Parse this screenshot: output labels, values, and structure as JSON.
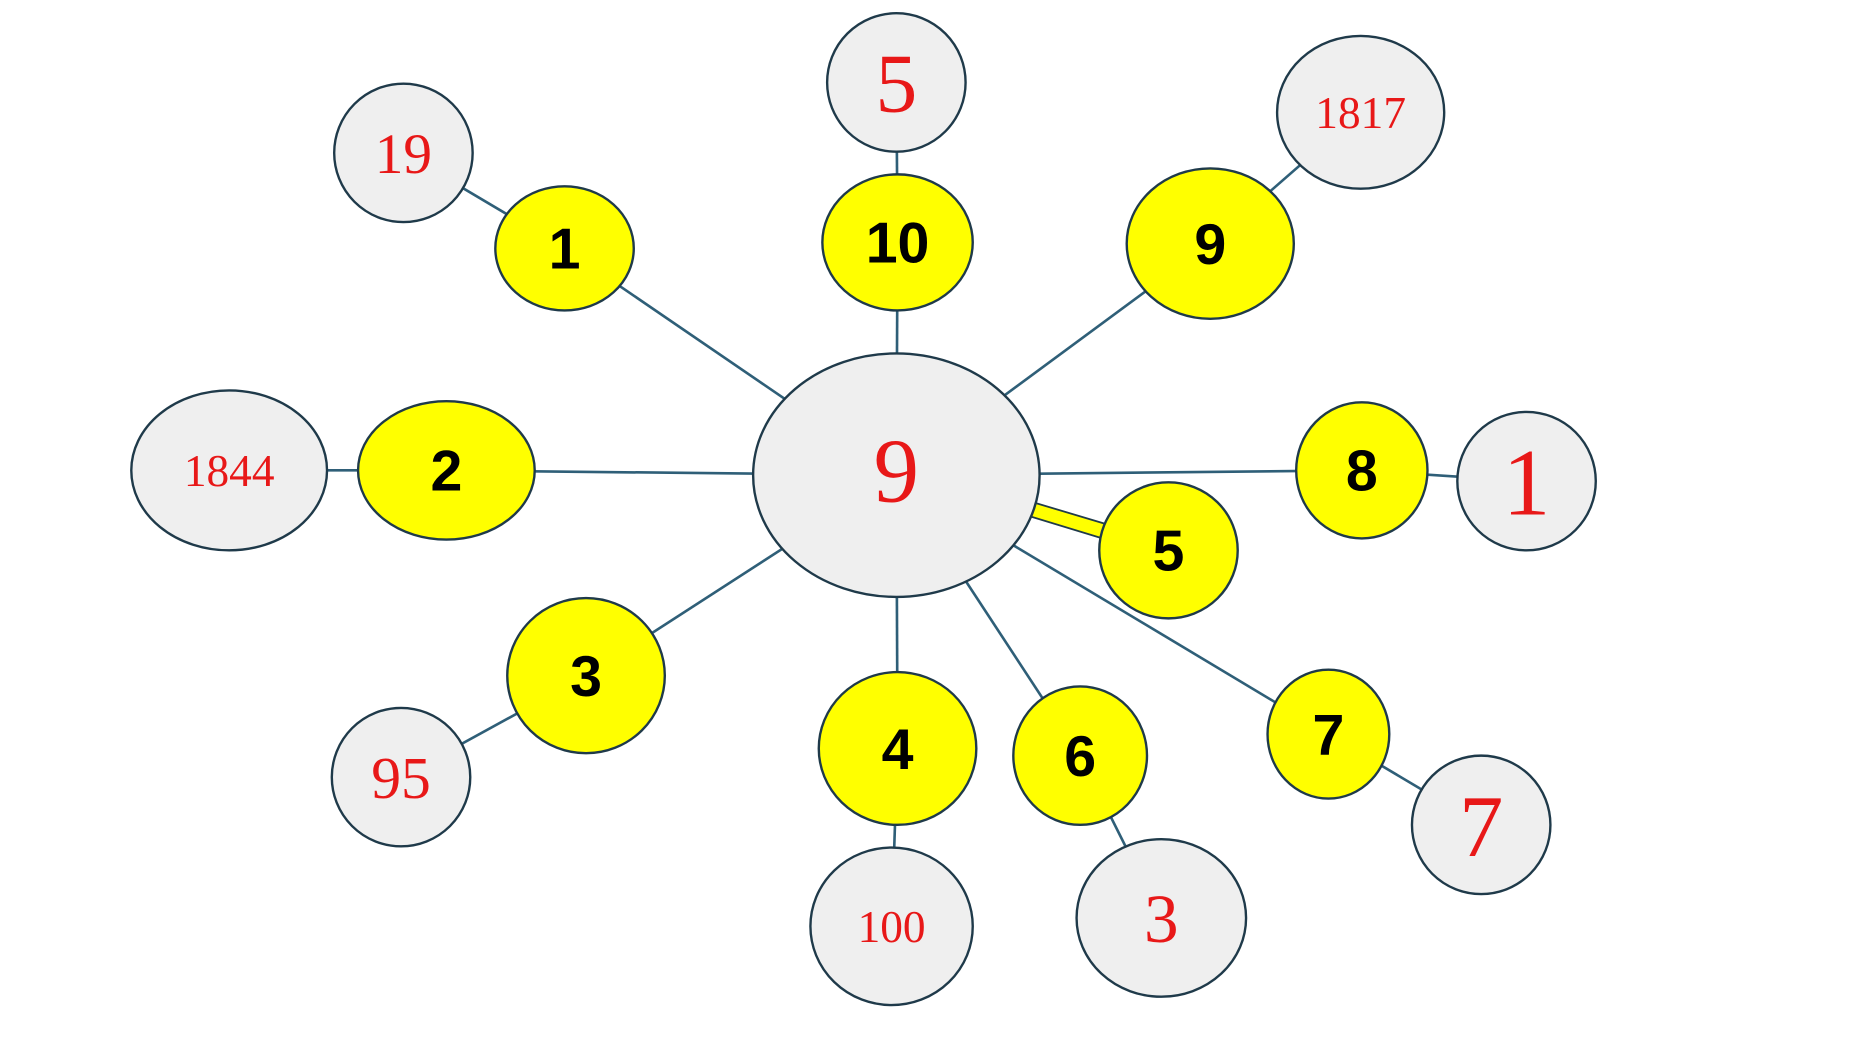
{
  "center": {
    "label": "9"
  },
  "spokes": [
    {
      "number": "1",
      "value": "19"
    },
    {
      "number": "10",
      "value": "5"
    },
    {
      "number": "9",
      "value": "1817"
    },
    {
      "number": "2",
      "value": "1844"
    },
    {
      "number": "8",
      "value": "1"
    },
    {
      "number": "3",
      "value": "95"
    },
    {
      "number": "4",
      "value": "100"
    },
    {
      "number": "6",
      "value": "3"
    },
    {
      "number": "7",
      "value": "7"
    }
  ],
  "pointer": {
    "number": "5"
  },
  "colors": {
    "yellow": "#ffff00",
    "gray": "#efefef",
    "red": "#e81818",
    "edge": "#2f5f78"
  }
}
